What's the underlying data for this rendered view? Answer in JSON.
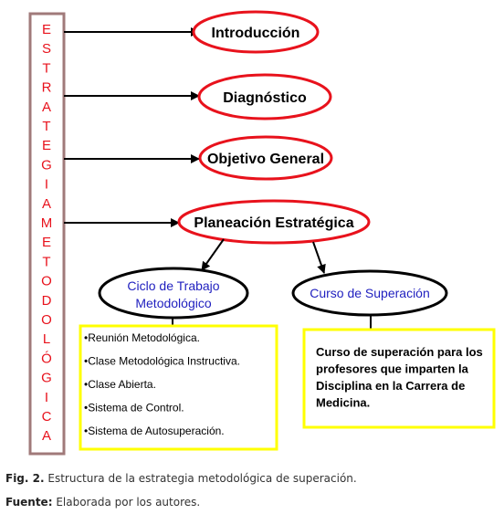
{
  "vertical_label": [
    "E",
    "S",
    "T",
    "R",
    "A",
    "T",
    "E",
    "G",
    "I",
    "A",
    "M",
    "E",
    "T",
    "O",
    "D",
    "O",
    "L",
    "Ó",
    "G",
    "I",
    "C",
    "A"
  ],
  "nodes": {
    "introduccion": "Introducción",
    "diagnostico": "Diagnóstico",
    "objetivo_general": "Objetivo General",
    "planeacion": "Planeación Estratégica",
    "ciclo": [
      "Ciclo de Trabajo",
      "Metodológico"
    ],
    "curso": "Curso de Superación"
  },
  "ciclo_items": [
    "•Reunión Metodológica.",
    "•Clase Metodológica Instructiva.",
    "•Clase Abierta.",
    "•Sistema de Control.",
    "•Sistema de Autosuperación."
  ],
  "curso_description": [
    "Curso de superación para los",
    "profesores que imparten la",
    "Disciplina en la Carrera de",
    "Medicina."
  ],
  "caption": {
    "fig_label": "Fig. 2.",
    "fig_text": " Estructura  de la estrategia metodológica de superación.",
    "source_label": "Fuente:",
    "source_text": " Elaborada por los autores."
  },
  "colors": {
    "ellipse_stroke": "#e8121c",
    "box_stroke": "#ffff00",
    "vertical_text": "#e8121c",
    "blue_text": "#1f1fbf",
    "vertical_box_stroke": "#a07a7a"
  }
}
